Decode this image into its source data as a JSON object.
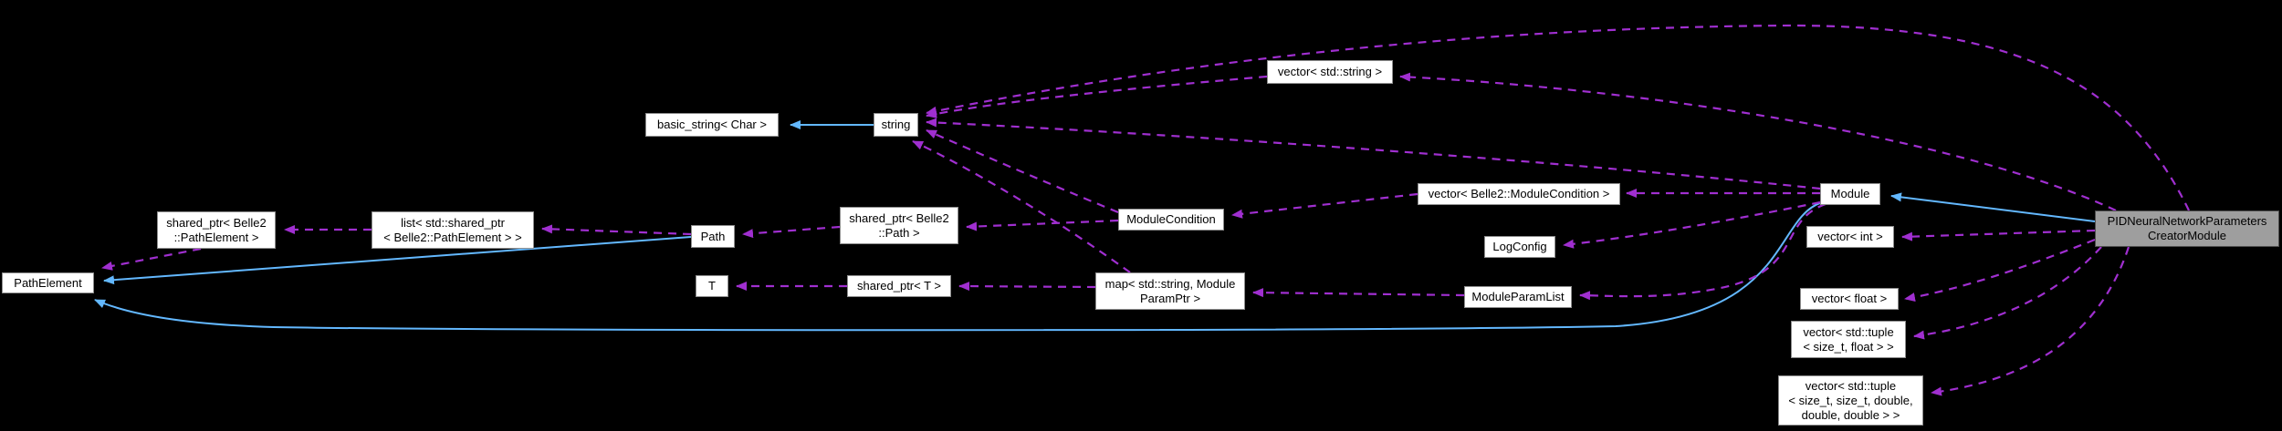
{
  "diagram": {
    "type": "doxygen-collaboration-graph",
    "current_node": "PIDNeuralNetworkParameters\nCreatorModule"
  },
  "colors": {
    "background": "#000000",
    "node_fill": "#ffffff",
    "node_border": "#8e8e8e",
    "current_node_fill": "#9e9e9e",
    "current_node_border": "#4f4f4f",
    "text": "#000000",
    "inheritance_edge_blue": "#63b8ff",
    "usage_edge_magenta": "#a02fd0"
  },
  "nodes": [
    {
      "id": "basic-string",
      "label": "basic_string< Char >"
    },
    {
      "id": "string",
      "label": "string"
    },
    {
      "id": "vector-string",
      "label": "vector< std::string >"
    },
    {
      "id": "sptr-pathelement",
      "label": "shared_ptr< Belle2\n::PathElement >"
    },
    {
      "id": "list-sptr",
      "label": "list< std::shared_ptr\n< Belle2::PathElement > >"
    },
    {
      "id": "pathelement",
      "label": "PathElement"
    },
    {
      "id": "path",
      "label": "Path"
    },
    {
      "id": "sptr-path",
      "label": "shared_ptr< Belle2\n::Path >"
    },
    {
      "id": "t",
      "label": "T"
    },
    {
      "id": "sptr-t",
      "label": "shared_ptr< T >"
    },
    {
      "id": "modulecondition",
      "label": "ModuleCondition"
    },
    {
      "id": "vector-modulecondition",
      "label": "vector< Belle2::ModuleCondition >"
    },
    {
      "id": "logconfig",
      "label": "LogConfig"
    },
    {
      "id": "map-moduleparamptr",
      "label": "map< std::string, Module\nParamPtr >"
    },
    {
      "id": "moduleparamlist",
      "label": "ModuleParamList"
    },
    {
      "id": "module",
      "label": "Module"
    },
    {
      "id": "vector-int",
      "label": "vector< int >"
    },
    {
      "id": "vector-float",
      "label": "vector< float >"
    },
    {
      "id": "vector-tuple-float",
      "label": "vector< std::tuple\n< size_t, float > >"
    },
    {
      "id": "vector-tuple-double",
      "label": "vector< std::tuple\n< size_t, size_t, double,\ndouble, double > >"
    },
    {
      "id": "pidnn-creator-module",
      "label": "PIDNeuralNetworkParameters\nCreatorModule"
    }
  ],
  "edges": [
    {
      "from": "string",
      "to": "basic-string",
      "type": "inheritance"
    },
    {
      "from": "Path",
      "to": "PathElement",
      "type": "inheritance"
    },
    {
      "from": "Module",
      "to": "PathElement",
      "type": "inheritance"
    },
    {
      "from": "PIDNeuralNetworkParametersCreatorModule",
      "to": "Module",
      "type": "inheritance"
    },
    {
      "from": "shared_ptr< Belle2::PathElement >",
      "to": "PathElement",
      "type": "usage"
    },
    {
      "from": "list< std::shared_ptr< Belle2::PathElement > >",
      "to": "shared_ptr< Belle2::PathElement >",
      "type": "usage"
    },
    {
      "from": "Path",
      "to": "list< std::shared_ptr< Belle2::PathElement > >",
      "type": "usage"
    },
    {
      "from": "shared_ptr< Belle2::Path >",
      "to": "Path",
      "type": "usage"
    },
    {
      "from": "ModuleCondition",
      "to": "shared_ptr< Belle2::Path >",
      "type": "usage"
    },
    {
      "from": "shared_ptr< T >",
      "to": "T",
      "type": "usage"
    },
    {
      "from": "map< std::string, ModuleParamPtr >",
      "to": "shared_ptr< T >",
      "type": "usage"
    },
    {
      "from": "ModuleParamList",
      "to": "map< std::string, ModuleParamPtr >",
      "type": "usage"
    },
    {
      "from": "vector< Belle2::ModuleCondition >",
      "to": "ModuleCondition",
      "type": "usage"
    },
    {
      "from": "Module",
      "to": "vector< Belle2::ModuleCondition >",
      "type": "usage"
    },
    {
      "from": "Module",
      "to": "LogConfig",
      "type": "usage"
    },
    {
      "from": "Module",
      "to": "ModuleParamList",
      "type": "usage"
    },
    {
      "from": "Module",
      "to": "string",
      "type": "usage"
    },
    {
      "from": "ModuleCondition",
      "to": "string",
      "type": "usage"
    },
    {
      "from": "map< std::string, ModuleParamPtr >",
      "to": "string",
      "type": "usage"
    },
    {
      "from": "vector< std::string >",
      "to": "string",
      "type": "usage"
    },
    {
      "from": "PIDNeuralNetworkParametersCreatorModule",
      "to": "string",
      "type": "usage"
    },
    {
      "from": "PIDNeuralNetworkParametersCreatorModule",
      "to": "vector< std::string >",
      "type": "usage"
    },
    {
      "from": "PIDNeuralNetworkParametersCreatorModule",
      "to": "vector< int >",
      "type": "usage"
    },
    {
      "from": "PIDNeuralNetworkParametersCreatorModule",
      "to": "vector< float >",
      "type": "usage"
    },
    {
      "from": "PIDNeuralNetworkParametersCreatorModule",
      "to": "vector< std::tuple< size_t, float > >",
      "type": "usage"
    },
    {
      "from": "PIDNeuralNetworkParametersCreatorModule",
      "to": "vector< std::tuple< size_t, size_t, double, double, double > >",
      "type": "usage"
    }
  ]
}
